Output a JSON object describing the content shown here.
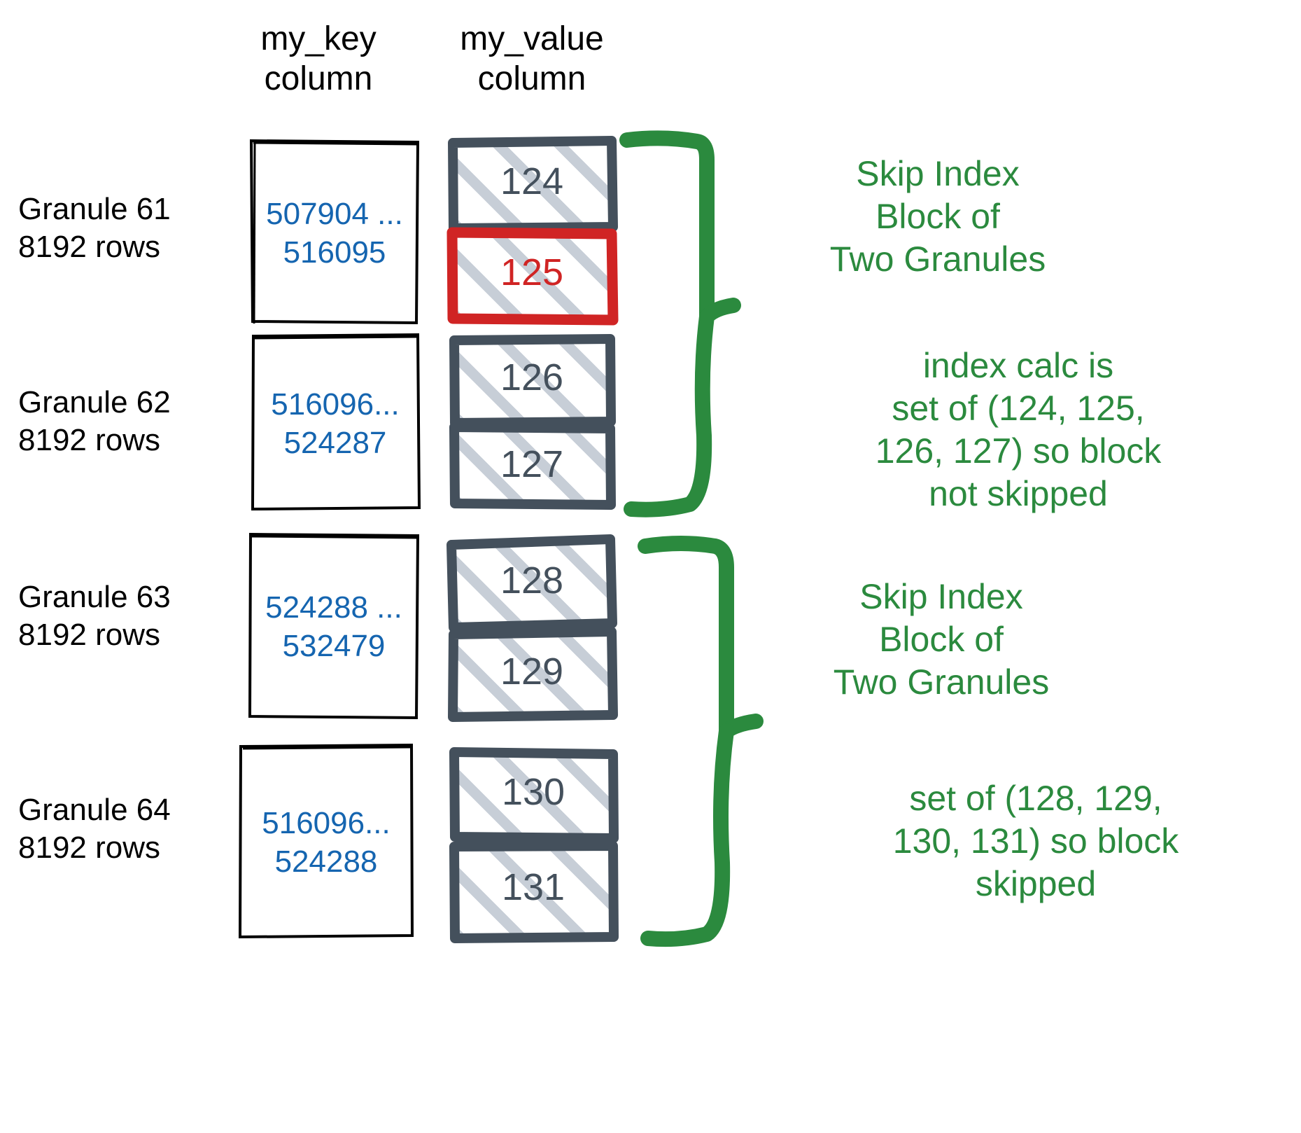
{
  "headers": {
    "key_column": "my_key\ncolumn",
    "value_column": "my_value\ncolumn"
  },
  "colors": {
    "key_text": "#1565b0",
    "value_text": "#44505c",
    "highlight_red": "#d02424",
    "annotation_green": "#2b8a3e",
    "hatch": "#c7ced7",
    "box_outline": "#000000",
    "value_outline": "#44505c"
  },
  "granules": [
    {
      "label": "Granule 61\n8192 rows",
      "key_range": "507904 ...\n516095",
      "values": [
        {
          "text": "124",
          "highlighted": false
        },
        {
          "text": "125",
          "highlighted": true
        }
      ]
    },
    {
      "label": "Granule 62\n8192 rows",
      "key_range": "516096...\n524287",
      "values": [
        {
          "text": "126",
          "highlighted": false
        },
        {
          "text": "127",
          "highlighted": false
        }
      ]
    },
    {
      "label": "Granule 63\n8192 rows",
      "key_range": "524288 ...\n532479",
      "values": [
        {
          "text": "128",
          "highlighted": false
        },
        {
          "text": "129",
          "highlighted": false
        }
      ]
    },
    {
      "label": "Granule 64\n8192 rows",
      "key_range": "516096...\n524288",
      "values": [
        {
          "text": "130",
          "highlighted": false
        },
        {
          "text": "131",
          "highlighted": false
        }
      ]
    }
  ],
  "annotations": [
    {
      "title": "Skip Index\nBlock of\nTwo Granules"
    },
    {
      "body": "index calc is\nset of (124, 125,\n126, 127) so block\nnot skipped"
    },
    {
      "title": "Skip Index\nBlock of\nTwo Granules"
    },
    {
      "body": "set of (128, 129,\n130, 131) so block\nskipped"
    }
  ]
}
